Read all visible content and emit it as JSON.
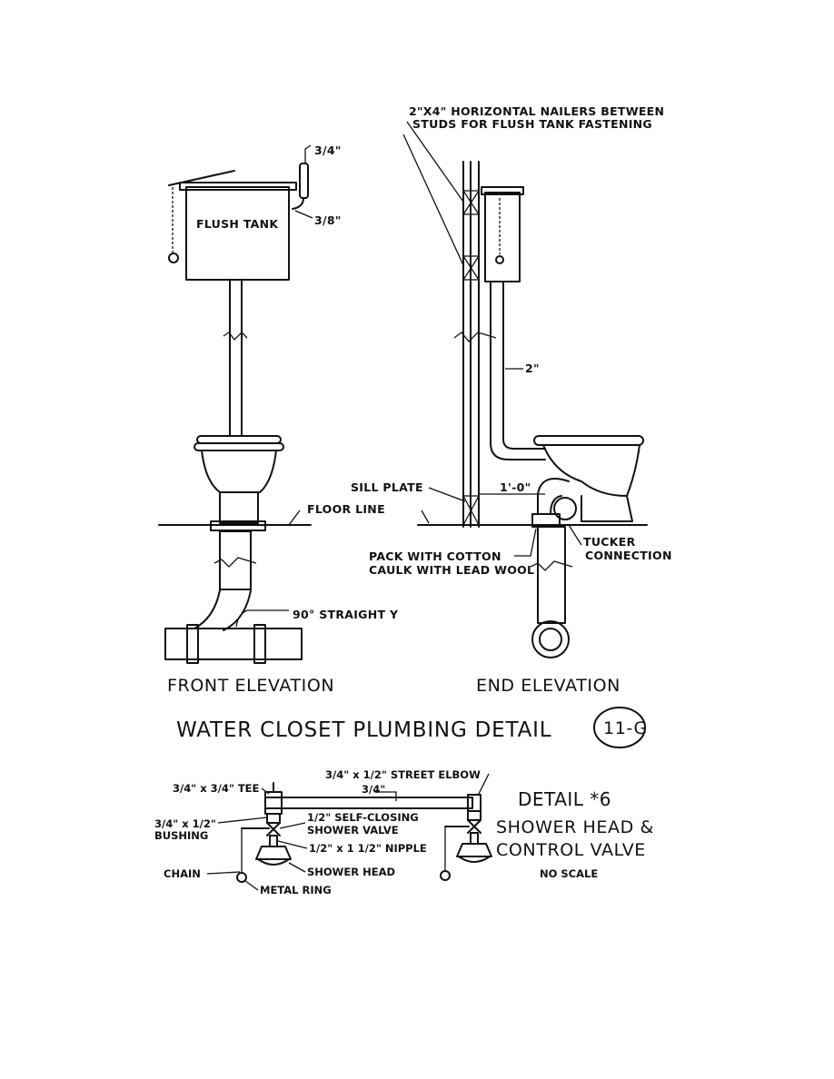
{
  "labels": {
    "nailers": "2\"X4\" HORIZONTAL NAILERS BETWEEN",
    "nailers_line2": "STUDS FOR FLUSH TANK FASTENING",
    "three_quarter": "3/4\"",
    "flush_tank": "FLUSH TANK",
    "three_eighths": "3/8\"",
    "two_inch": "2\"",
    "sill_plate": "SILL PLATE",
    "one_foot": "1'-0\"",
    "floor_line": "FLOOR LINE",
    "tucker": "TUCKER",
    "tucker_line2": "CONNECTION",
    "pack_cotton": "PACK WITH COTTON",
    "caulk": "CAULK WITH LEAD WOOL",
    "straight_y": "90° STRAIGHT Y",
    "front_elevation": "FRONT  ELEVATION",
    "end_elevation": "END  ELEVATION",
    "main_title": "WATER  CLOSET  PLUMBING  DETAIL",
    "detail_ref": "11-G"
  },
  "detail6": {
    "street_elbow": "3/4\" x 1/2\"  STREET  ELBOW",
    "pipe_size": "3/4\"",
    "tee": "3/4\" x 3/4\" TEE",
    "bushing": "3/4\" x 1/2\"",
    "bushing_line2": "BUSHING",
    "valve": "1/2\" SELF-CLOSING",
    "valve_line2": "SHOWER  VALVE",
    "nipple": "1/2\" x 1 1/2\" NIPPLE",
    "chain": "CHAIN",
    "shower_head": "SHOWER HEAD",
    "metal_ring": "METAL RING",
    "title": "DETAIL  *6",
    "subtitle": "SHOWER  HEAD  &",
    "subtitle_line2": "CONTROL  VALVE",
    "scale": "NO  SCALE"
  }
}
